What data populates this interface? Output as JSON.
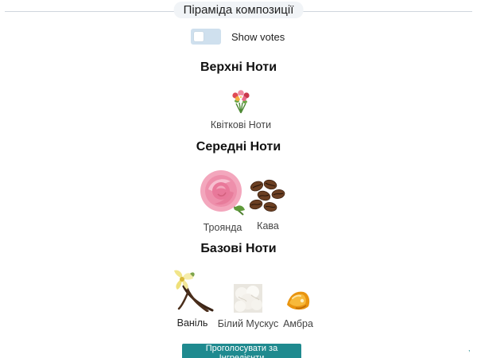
{
  "section": {
    "title": "Піраміда композиції"
  },
  "toggle": {
    "label": "Show votes",
    "state": "off",
    "track_color": "#cfe0ee"
  },
  "tiers": {
    "top": {
      "title": "Верхні Ноти",
      "notes": [
        {
          "label": "Квіткові Ноти",
          "icon": "flower-bouquet-icon"
        }
      ]
    },
    "middle": {
      "title": "Середні Ноти",
      "notes": [
        {
          "label": "Троянда",
          "icon": "rose-icon"
        },
        {
          "label": "Кава",
          "icon": "coffee-beans-icon"
        }
      ]
    },
    "base": {
      "title": "Базові Ноти",
      "notes": [
        {
          "label": "Ваніль",
          "icon": "vanilla-icon"
        },
        {
          "label": "Білий Мускус",
          "icon": "white-musk-icon"
        },
        {
          "label": "Амбра",
          "icon": "amber-icon"
        }
      ]
    }
  },
  "vote_button": {
    "label": "Проголосувати за Інгредієнти",
    "color": "#1f8a8f"
  }
}
